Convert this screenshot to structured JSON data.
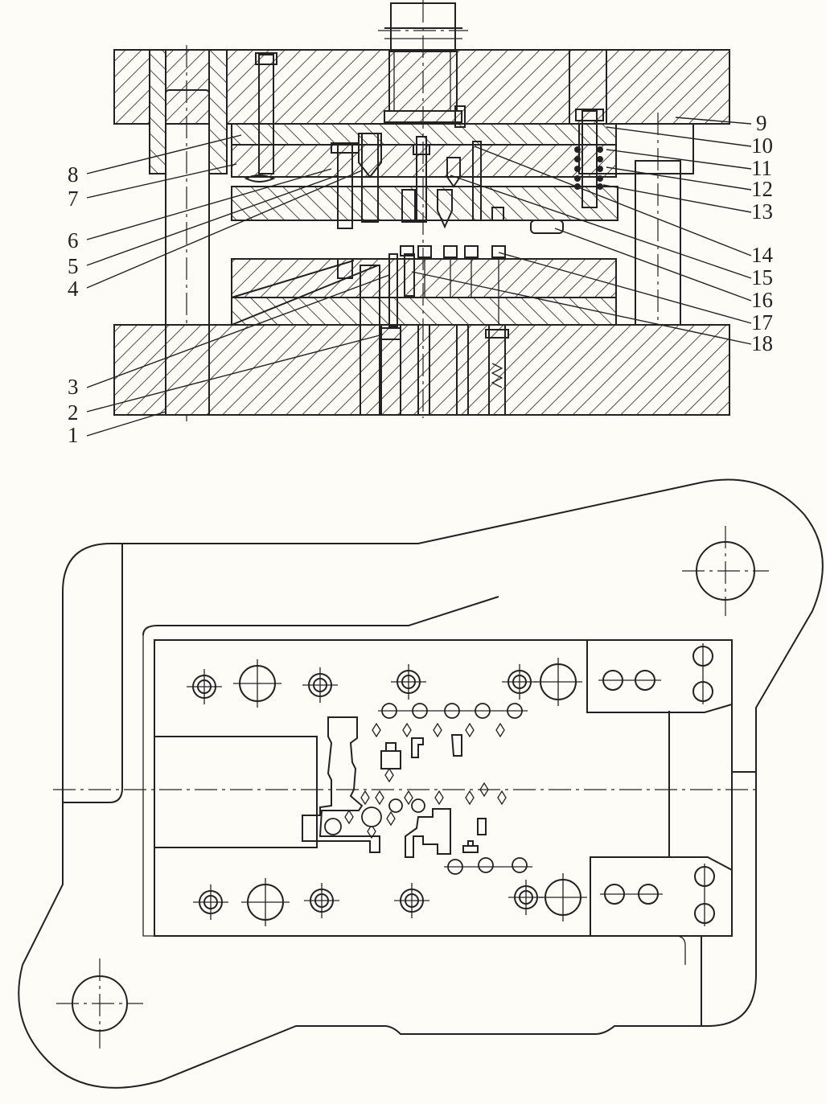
{
  "callouts": [
    {
      "num": "1"
    },
    {
      "num": "2"
    },
    {
      "num": "3"
    },
    {
      "num": "4"
    },
    {
      "num": "5"
    },
    {
      "num": "6"
    },
    {
      "num": "7"
    },
    {
      "num": "8"
    },
    {
      "num": "9"
    },
    {
      "num": "10"
    },
    {
      "num": "11"
    },
    {
      "num": "12"
    },
    {
      "num": "13"
    },
    {
      "num": "14"
    },
    {
      "num": "15"
    },
    {
      "num": "16"
    },
    {
      "num": "17"
    },
    {
      "num": "18"
    }
  ]
}
